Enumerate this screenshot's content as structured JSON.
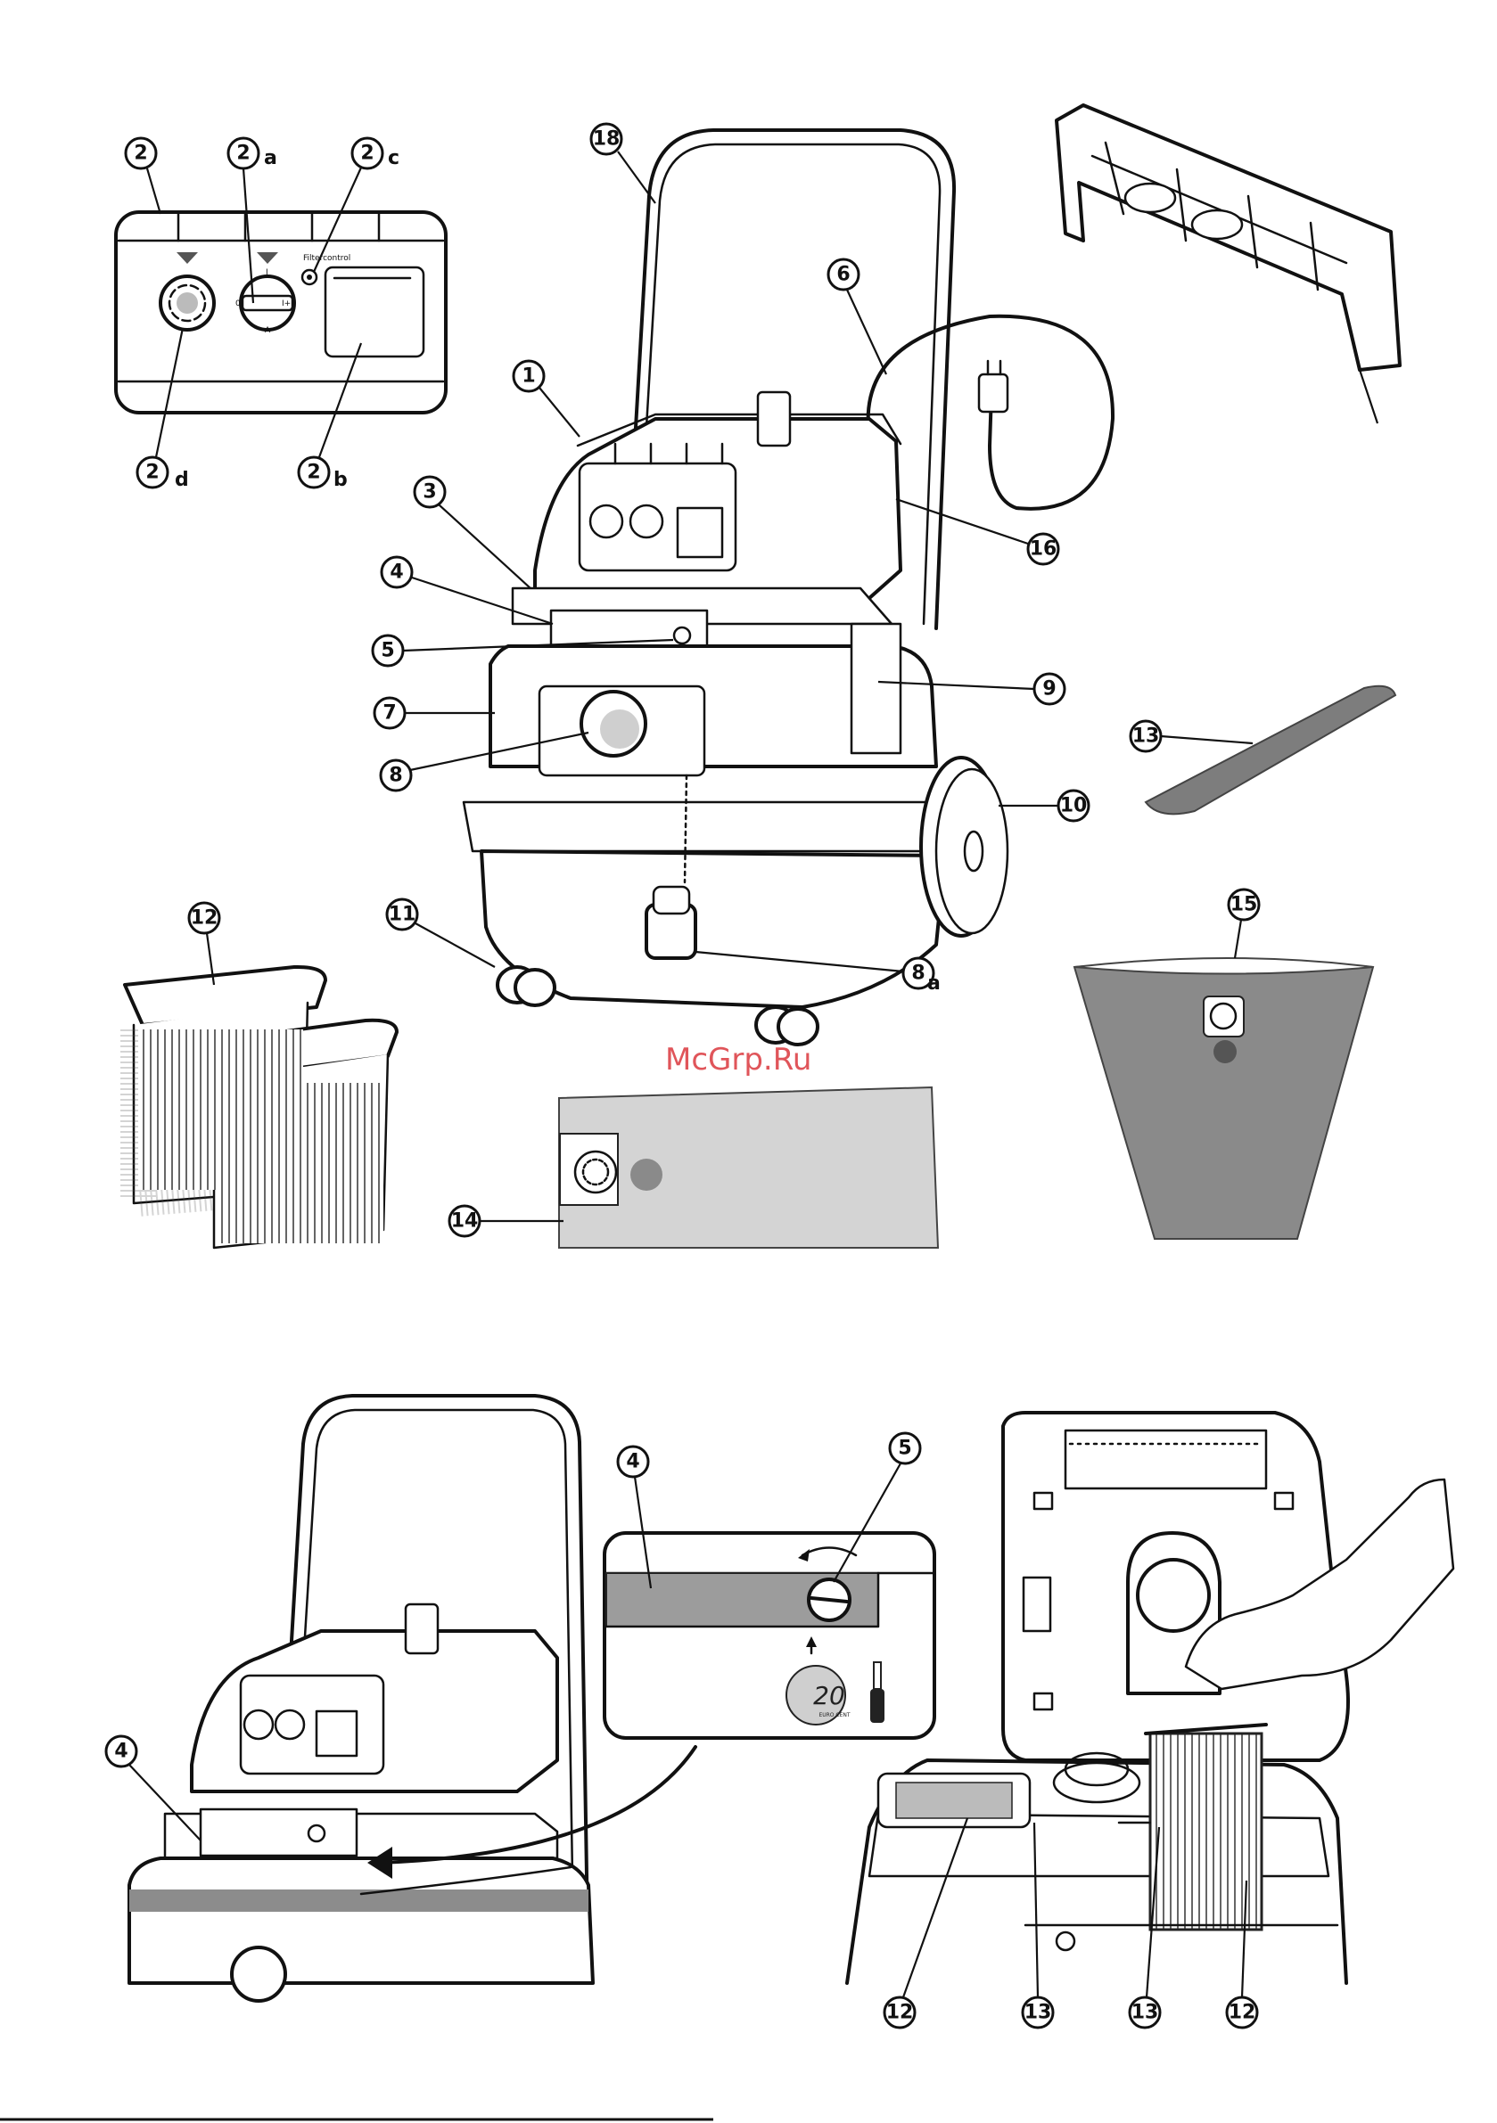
{
  "watermark": "McGrp.Ru",
  "panel_text": {
    "filter_control": "Filtercontrol",
    "dial_top": "I",
    "dial_bottom": "A",
    "dial_left": "0",
    "dial_right": "I+II",
    "coin_value": "20",
    "coin_text": "EURO CENT"
  },
  "callouts": {
    "c2": "2",
    "c2a": "2",
    "c2a_suffix": "a",
    "c2c": "2",
    "c2c_suffix": "c",
    "c2d": "2",
    "c2d_suffix": "d",
    "c2b": "2",
    "c2b_suffix": "b",
    "c18": "18",
    "c6": "6",
    "c1": "1",
    "c3": "3",
    "c4": "4",
    "c5": "5",
    "c7": "7",
    "c8": "8",
    "c9": "9",
    "c10": "10",
    "c16": "16",
    "c11": "11",
    "c8a": "8",
    "c8a_suffix": "a",
    "c12": "12",
    "c13": "13",
    "c14": "14",
    "c15": "15",
    "d4a": "4",
    "d4b": "4",
    "d5": "5",
    "d12a": "12",
    "d13a": "13",
    "d13b": "13",
    "d12b": "12"
  }
}
